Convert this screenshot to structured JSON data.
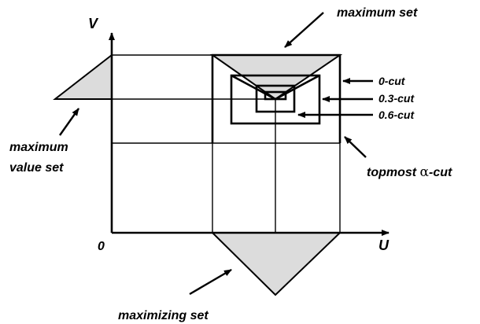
{
  "colors": {
    "shape_fill": "#dcdcdc",
    "line": "#000000",
    "background": "#ffffff"
  },
  "labels": {
    "v_axis": "V",
    "u_axis": "U",
    "origin": "0",
    "maximum_set": "maximum set",
    "maximum_value_set_line1": "maximum",
    "maximum_value_set_line2": "value set",
    "maximizing_set": "maximizing set",
    "topmost_prefix": "topmost ",
    "topmost_alpha": "α",
    "topmost_suffix": "-cut",
    "cut_0": "0-cut",
    "cut_03": "0.3-cut",
    "cut_06": "0.6-cut"
  }
}
